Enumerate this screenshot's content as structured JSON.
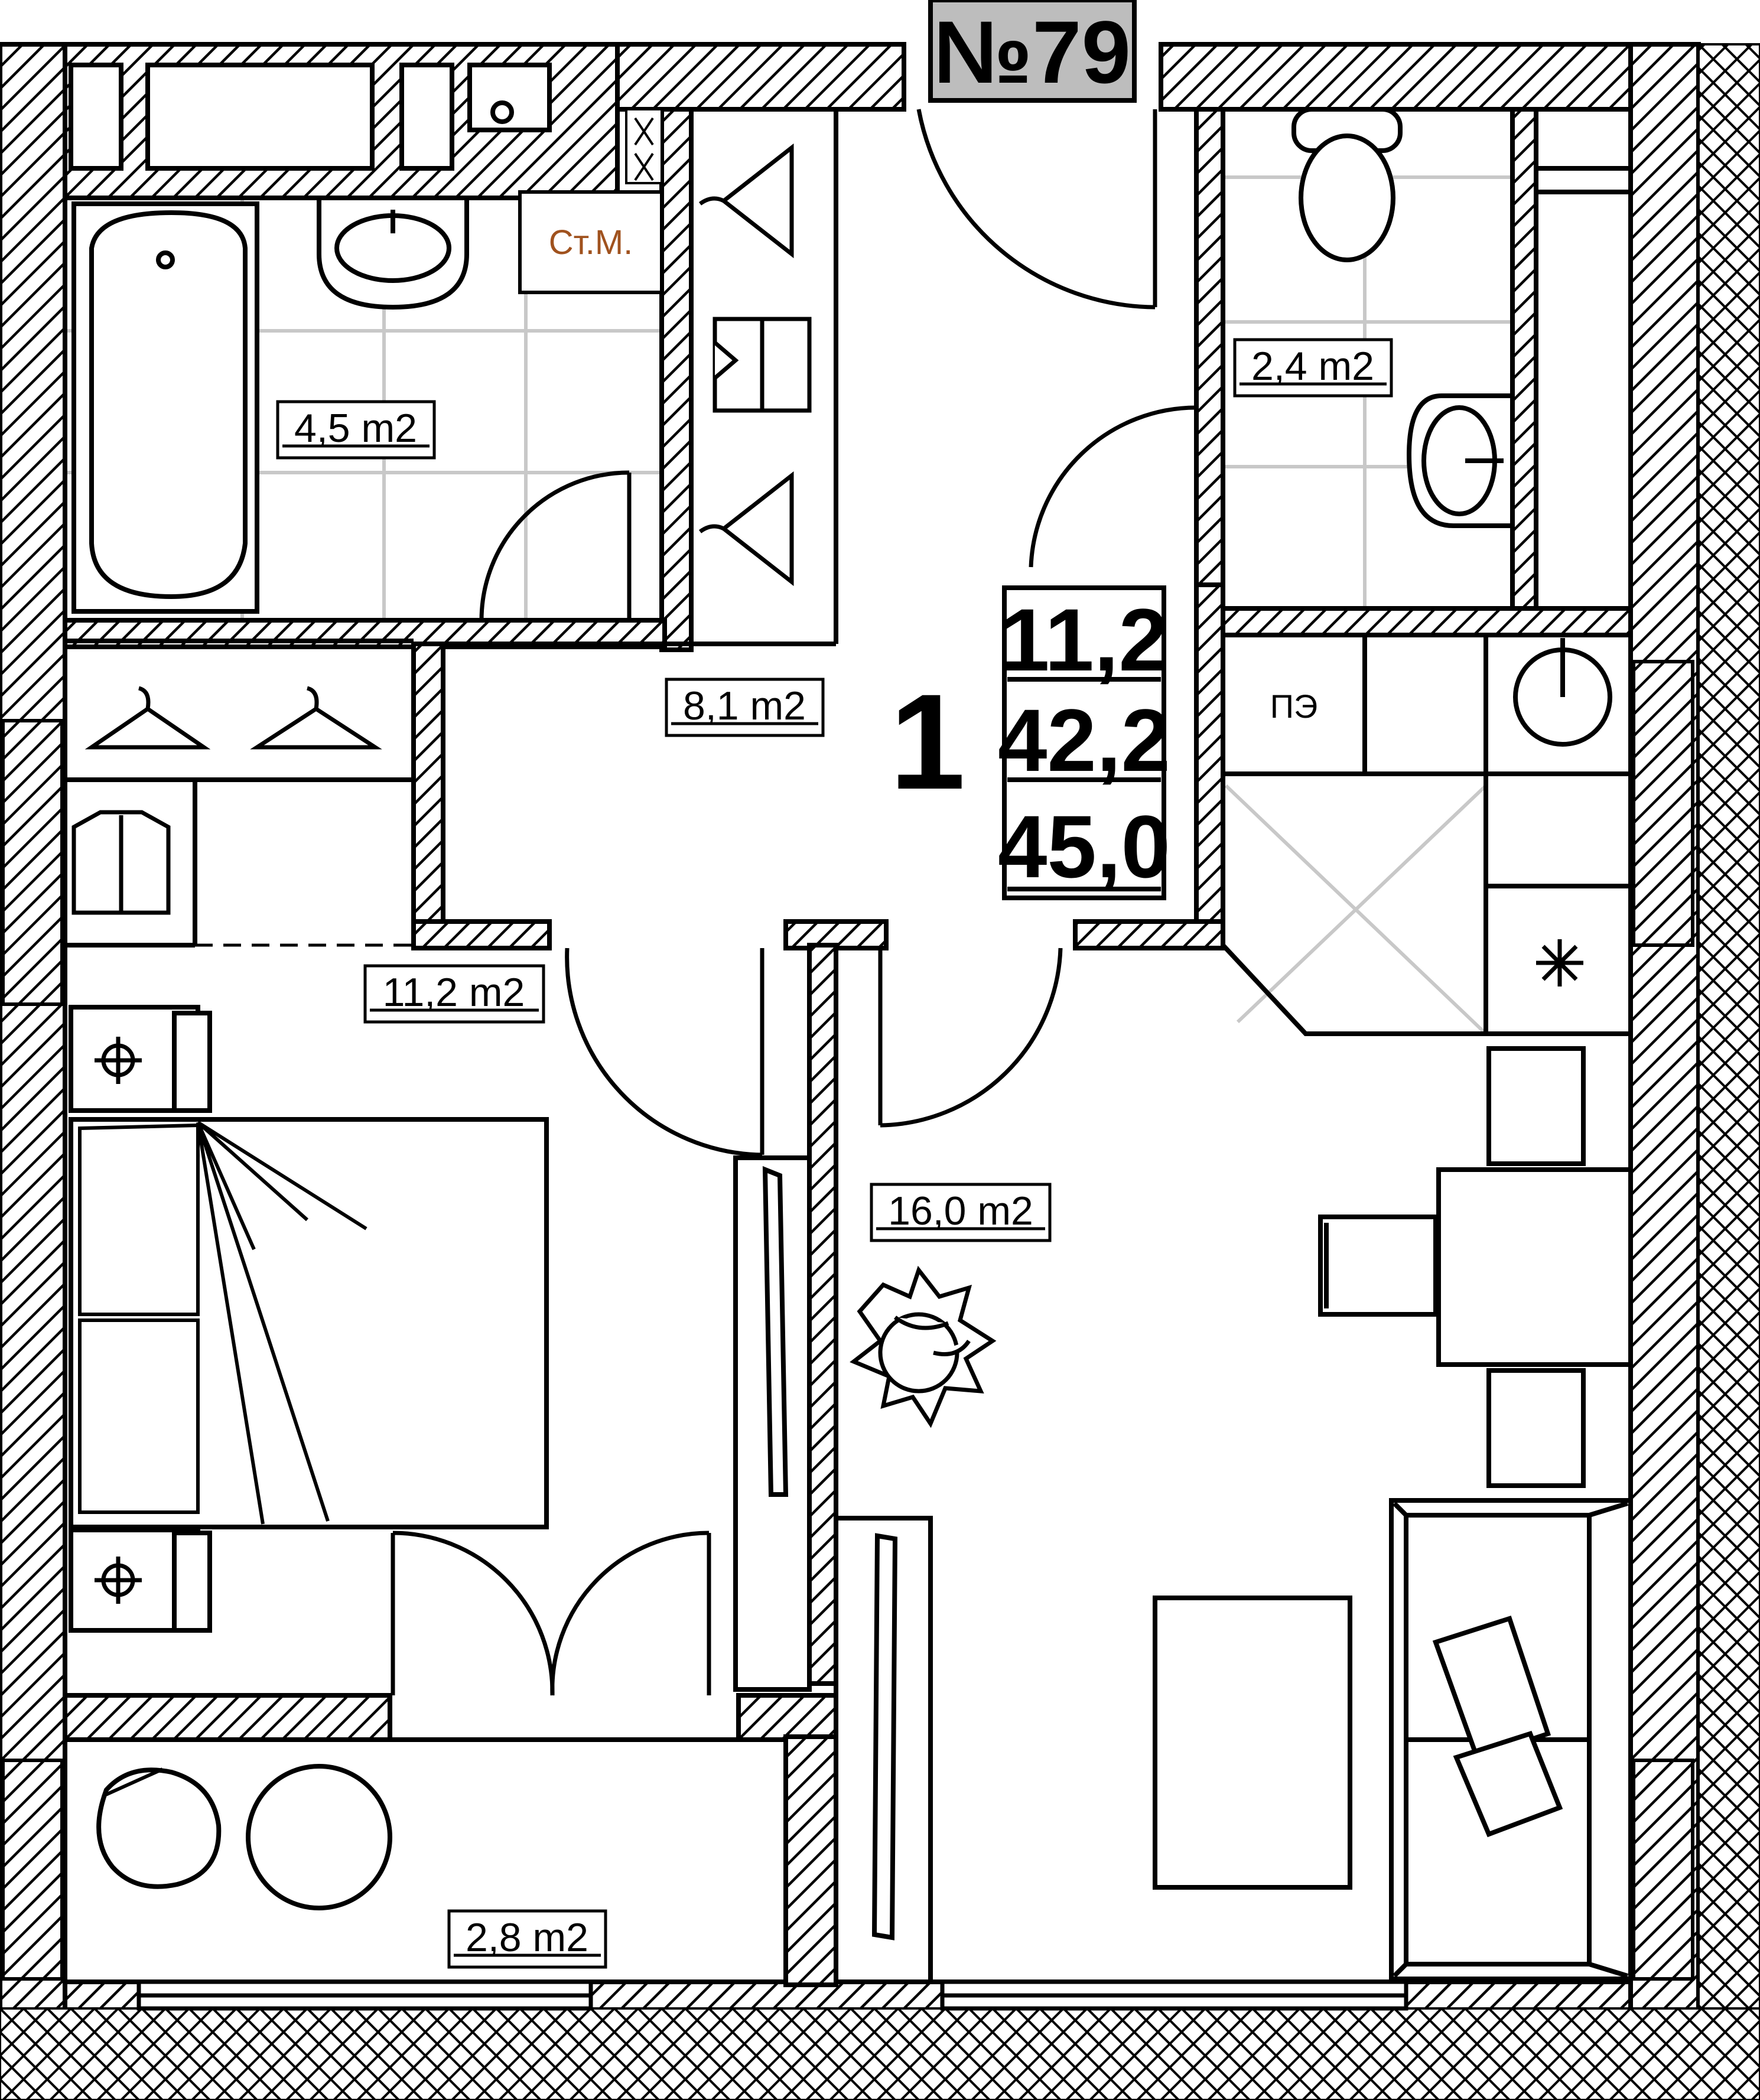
{
  "apartment": {
    "number_label": "№79",
    "rooms_count": "1",
    "area_living": "11,2",
    "area_total_no_balcony": "42,2",
    "area_total": "45,0"
  },
  "rooms": {
    "bathroom": "4,5 m2",
    "toilet": "2,4 m2",
    "hall": "8,1 m2",
    "bedroom": "11,2 m2",
    "kitchen_living": "16,0 m2",
    "balcony": "2,8 m2"
  },
  "fixtures": {
    "water_meter": "Ст.М.",
    "electric_stove": "ПЭ"
  },
  "colors": {
    "wall": "#000000",
    "hatch_background": "#ffffff",
    "tile_line": "#c8c8c8",
    "apartment_badge": "#bdbdbd",
    "meter_text": "#a0521e"
  },
  "icons": [
    "hanger-icon",
    "shirt-icon",
    "plant-icon",
    "power-outlet-icon",
    "window-icon"
  ]
}
